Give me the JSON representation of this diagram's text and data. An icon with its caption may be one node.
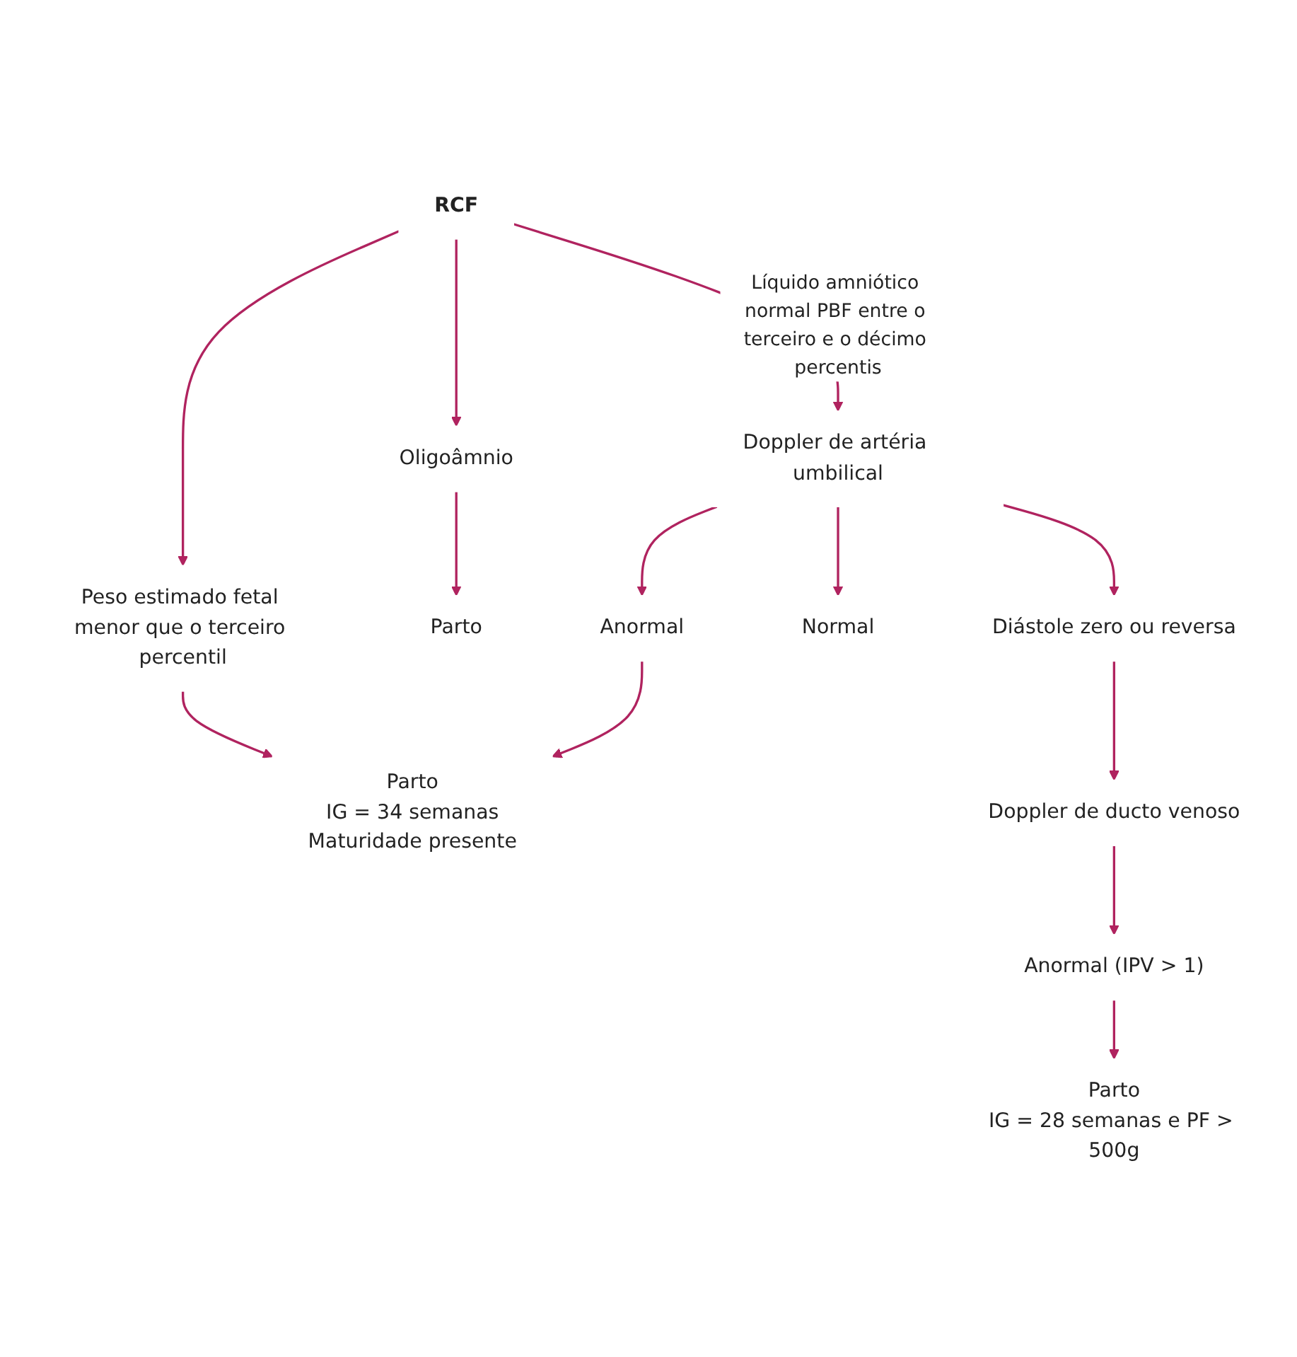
{
  "diagram": {
    "nodes": [
      {
        "text": [
          "RCF"
        ]
      },
      {
        "text": [
          "Peso estimado fetal menor que o terceiro percentil"
        ]
      },
      {
        "text": [
          "Oligoâmnio"
        ]
      },
      {
        "text": [
          "Parto"
        ]
      },
      {
        "text": [
          "Parto",
          "IG = 34 semanas",
          "Maturidade presente"
        ]
      },
      {
        "text": [
          "Doppler de artéria umbilical"
        ]
      },
      {
        "text": [
          "Anormal"
        ]
      },
      {
        "text": [
          "Normal"
        ]
      },
      {
        "text": [
          "Diástole zero ou reversa"
        ]
      },
      {
        "text": [
          "Doppler de ducto venoso"
        ]
      },
      {
        "text": [
          "Anormal (IPV > 1)"
        ]
      },
      {
        "text": [
          "Parto",
          "IG = 28 semanas e PF > 500g"
        ]
      }
    ],
    "edges": [
      {
        "from": 0,
        "to": 1,
        "arrow": "to"
      },
      {
        "from": 0,
        "to": 2,
        "arrow": "to"
      },
      {
        "from": 2,
        "to": 3,
        "arrow": "to"
      },
      {
        "from": 1,
        "to": 4,
        "arrow": "to"
      },
      {
        "from": 0,
        "to": 5,
        "arrow": "to",
        "label": "Líquido amniótico normal PBF entre o terceiro e o décimo percentis"
      },
      {
        "from": 5,
        "to": 6,
        "arrow": "to"
      },
      {
        "from": 5,
        "to": 7,
        "arrow": "to"
      },
      {
        "from": 6,
        "to": 4,
        "arrow": "to"
      },
      {
        "from": 5,
        "to": 8,
        "arrow": "to"
      },
      {
        "from": 8,
        "to": 9,
        "arrow": "to"
      },
      {
        "from": 9,
        "to": 10,
        "arrow": "to"
      },
      {
        "from": 10,
        "to": 11,
        "arrow": "to"
      }
    ]
  }
}
